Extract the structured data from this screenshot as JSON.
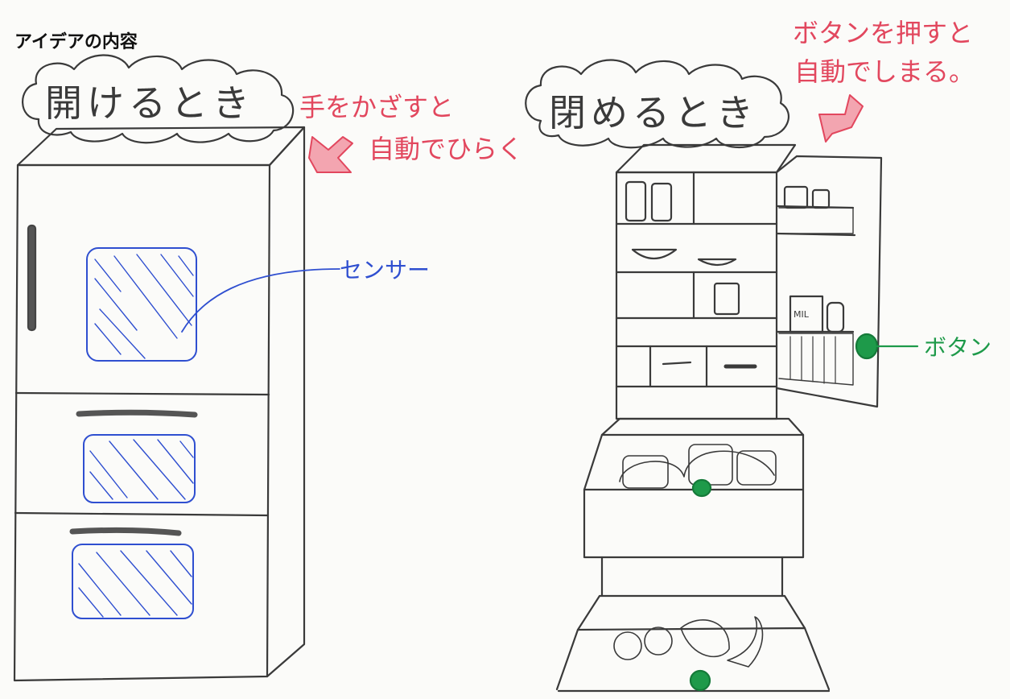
{
  "heading": "アイデアの内容",
  "left_panel": {
    "cloud_label": "開けるとき",
    "note_line1": "手をかざすと",
    "note_line2": "自動でひらく",
    "sensor_label": "センサー"
  },
  "right_panel": {
    "cloud_label": "閉めるとき",
    "note_line1": "ボタンを押すと",
    "note_line2": "自動でしまる。",
    "button_label": "ボタン",
    "milk_label": "MIL"
  },
  "colors": {
    "ink": "#3a3a3a",
    "note_red": "#e2475e",
    "sensor_blue": "#2f4fd0",
    "button_green": "#1e9a4a"
  }
}
